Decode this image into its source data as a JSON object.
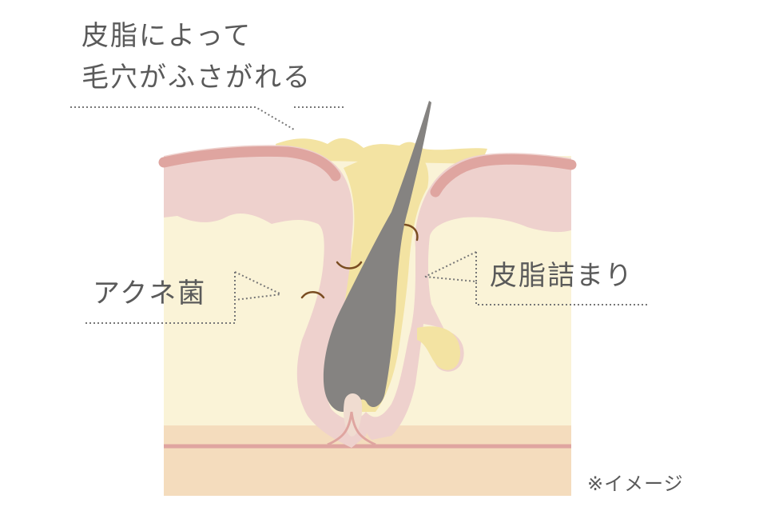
{
  "labels": {
    "sebum_line1": "皮脂によって",
    "sebum_line2": "毛穴がふさがれる",
    "acne_bacteria": "アクネ菌",
    "sebum_clog": "皮脂詰まり",
    "note": "※イメージ"
  },
  "colors": {
    "dermis": "#faf3d7",
    "epidermis": "#eed1cd",
    "skin_surface": "#dfa5a0",
    "sebum": "#f3e3a2",
    "hair": "#858381",
    "bacteria": "#7a4d22",
    "subcutis": "#f4dcbd",
    "text": "#5a5a5a"
  }
}
